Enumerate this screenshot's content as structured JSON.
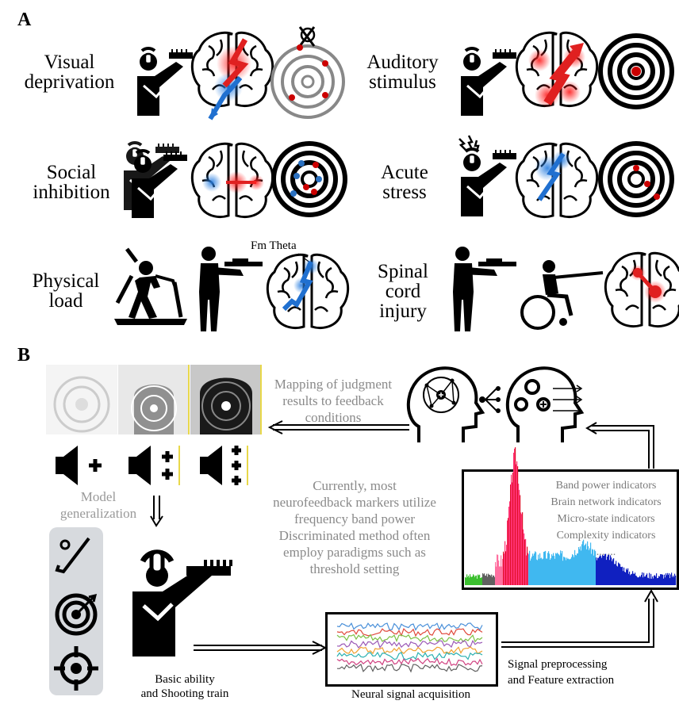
{
  "panel_a": {
    "letter": "A",
    "conditions": {
      "visual_deprivation": [
        "Visual",
        "deprivation"
      ],
      "auditory_stimulus": [
        "Auditory",
        "stimulus"
      ],
      "social_inhibition": [
        "Social",
        "inhibition"
      ],
      "acute_stress": [
        "Acute",
        "stress"
      ],
      "physical_load": [
        "Physical",
        "load"
      ],
      "spinal_cord_injury": [
        "Spinal",
        "cord",
        "injury"
      ]
    },
    "fm_theta_label": "Fm Theta"
  },
  "panel_b": {
    "letter": "B",
    "mapping_text": [
      "Mapping of judgment",
      "results to feedback",
      "conditions"
    ],
    "model_generalization": [
      "Model",
      "generalization"
    ],
    "note_text": [
      "Currently, most",
      "neurofeedback markers utilize",
      "frequency band power",
      "Discriminated method often",
      "employ paradigms such as",
      "threshold setting"
    ],
    "indicators": [
      "Band power indicators",
      "Brain network indicators",
      "Micro-state indicators",
      "Complexity indicators",
      "... ..."
    ],
    "basic_ability": [
      "Basic ability",
      "and Shooting train"
    ],
    "neural_signal": "Neural signal acquisition",
    "signal_processing": [
      "Signal preprocessing",
      "and Feature extraction"
    ]
  },
  "colors": {
    "red": "#e0202a",
    "blue": "#2a7fd0",
    "gray_text": "#888888",
    "panel_bg": "#d7dade"
  }
}
